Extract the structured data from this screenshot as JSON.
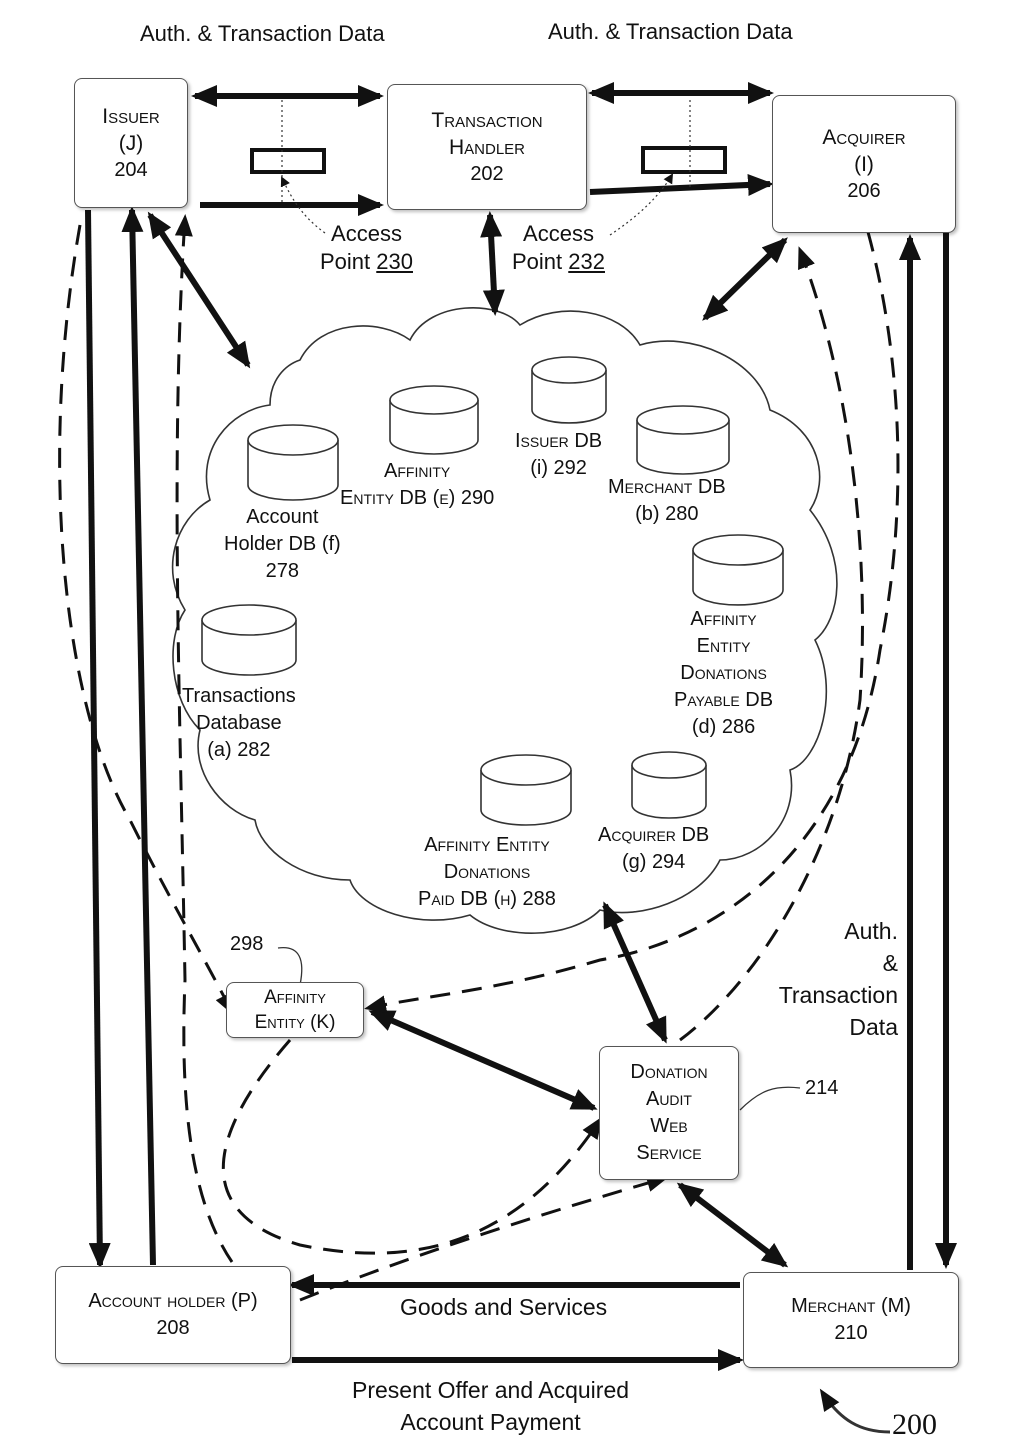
{
  "header": {
    "left_label": "Auth. & Transaction Data",
    "right_label": "Auth. & Transaction Data"
  },
  "entities": {
    "issuer": {
      "name": "Issuer",
      "letter": "(J)",
      "number": "204"
    },
    "transaction_handler": {
      "name_line1": "Transaction",
      "name_line2": "Handler",
      "number": "202"
    },
    "acquirer": {
      "name": "Acquirer",
      "letter": "(I)",
      "number": "206"
    },
    "affinity_entity": {
      "line1": "Affinity",
      "line2": "Entity (K)",
      "ref": "298"
    },
    "donation_audit": {
      "line1": "Donation",
      "line2": "Audit",
      "line3": "Web",
      "line4": "Service",
      "ref": "214"
    },
    "account_holder": {
      "name": "Account holder (P)",
      "number": "208"
    },
    "merchant": {
      "name": "Merchant (M)",
      "number": "210"
    }
  },
  "access_points": {
    "ap230": {
      "line1": "Access",
      "line2_prefix": "Point ",
      "number": "230"
    },
    "ap232": {
      "line1": "Access",
      "line2_prefix": "Point ",
      "number": "232"
    }
  },
  "databases": {
    "affinity_entity_db": {
      "line1": "Affinity",
      "line2": "Entity DB (e) 290"
    },
    "issuer_db": {
      "line1": "Issuer DB",
      "line2": "(i) 292"
    },
    "merchant_db": {
      "line1": "Merchant DB",
      "line2": "(b) 280"
    },
    "account_holder_db": {
      "line1": "Account",
      "line2": "Holder DB (f)",
      "line3": "278"
    },
    "transactions_db": {
      "line1": "Transactions",
      "line2": "Database",
      "line3": "(a) 282"
    },
    "donations_payable_db": {
      "line1": "Affinity",
      "line2": "Entity",
      "line3": "Donations",
      "line4": "Payable DB",
      "line5": "(d) 286"
    },
    "donations_paid_db": {
      "line1": "Affinity Entity",
      "line2": "Donations",
      "line3": "Paid DB (h) 288"
    },
    "acquirer_db": {
      "line1": "Acquirer DB",
      "line2": "(g) 294"
    }
  },
  "flows": {
    "right_side_label": {
      "line1": "Auth.",
      "line2": "&",
      "line3": "Transaction",
      "line4": "Data"
    },
    "goods_services": "Goods and Services",
    "present_offer": {
      "line1": "Present Offer and Acquired",
      "line2": "Account Payment"
    }
  },
  "figure_ref": "200"
}
